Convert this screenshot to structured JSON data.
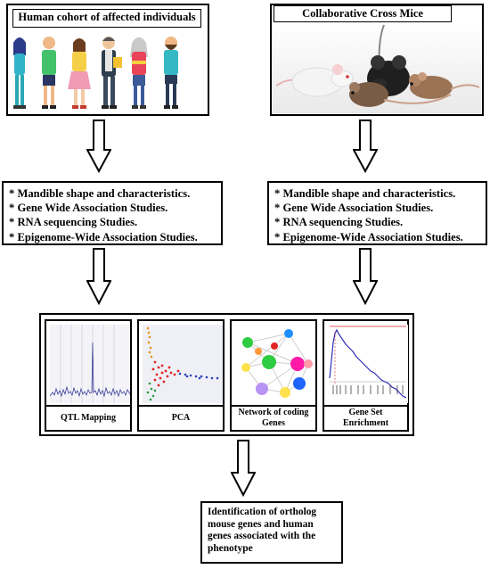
{
  "human": {
    "title": "Human cohort of affected individuals"
  },
  "mice": {
    "title": "Collaborative Cross Mice"
  },
  "studies_left": [
    "* Mandible shape and characteristics.",
    "* Gene Wide Association Studies.",
    "* RNA sequencing Studies.",
    "* Epigenome-Wide Association Studies."
  ],
  "studies_right": [
    "* Mandible shape and characteristics.",
    "* Gene Wide Association Studies.",
    "* RNA sequencing Studies.",
    "* Epigenome-Wide Association Studies."
  ],
  "analyses": [
    {
      "label": "QTL Mapping"
    },
    {
      "label": "PCA"
    },
    {
      "label": "Network of coding Genes"
    },
    {
      "label": "Gene Set Enrichment"
    }
  ],
  "result": {
    "text": "Identification of ortholog mouse genes and human genes associated with the phenotype"
  }
}
